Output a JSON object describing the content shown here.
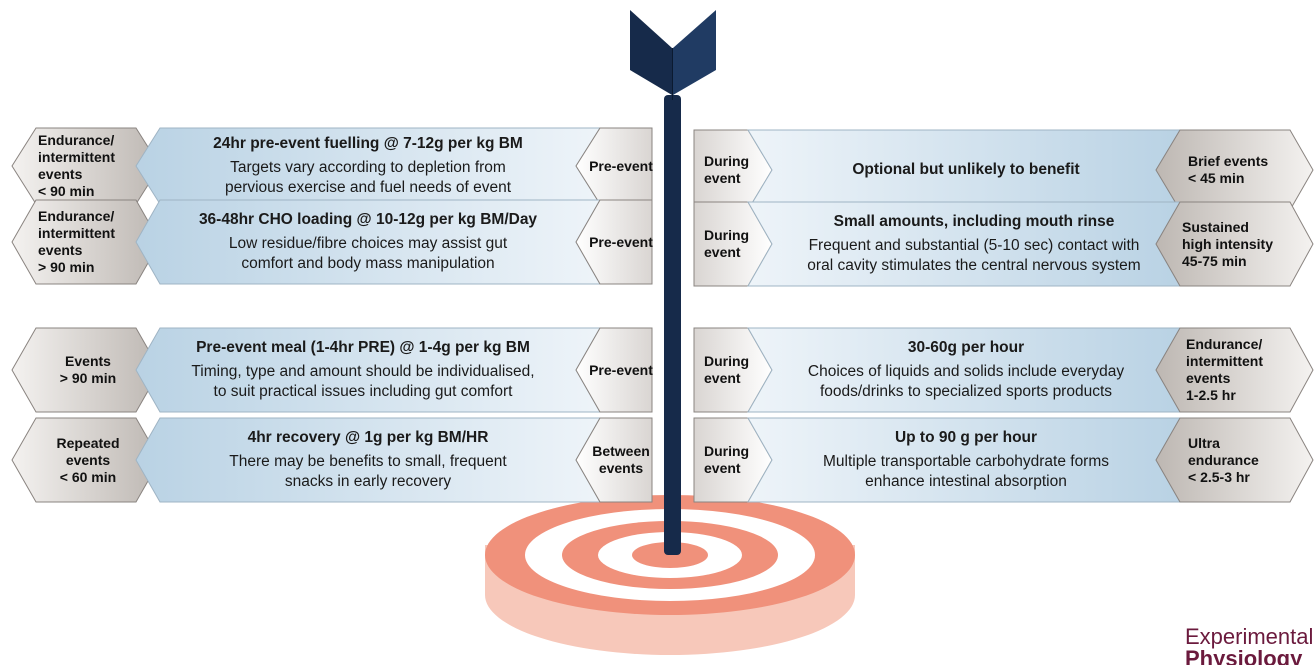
{
  "left_rows": [
    {
      "category": [
        "Endurance/",
        "intermittent",
        "events",
        "< 90 min"
      ],
      "title": "24hr pre-event fuelling @ 7-12g per kg BM",
      "desc": [
        "Targets vary according to depletion from",
        "pervious exercise and fuel needs of event"
      ],
      "phase": [
        "Pre-event"
      ]
    },
    {
      "category": [
        "Endurance/",
        "intermittent",
        "events",
        "> 90 min"
      ],
      "title": "36-48hr CHO loading @ 10-12g per kg BM/Day",
      "desc": [
        "Low residue/fibre choices may assist gut",
        "comfort and body mass manipulation"
      ],
      "phase": [
        "Pre-event"
      ]
    },
    {
      "category": [
        "Events",
        "> 90 min"
      ],
      "title": "Pre-event meal (1-4hr PRE) @ 1-4g per kg BM",
      "desc": [
        "Timing, type and amount should be individualised,",
        "to suit practical issues including gut comfort"
      ],
      "phase": [
        "Pre-event"
      ]
    },
    {
      "category": [
        "Repeated",
        "events",
        "< 60 min"
      ],
      "title": "4hr recovery @ 1g per kg BM/HR",
      "desc": [
        "There may be benefits to small, frequent",
        "snacks in early recovery"
      ],
      "phase": [
        "Between",
        "events"
      ]
    }
  ],
  "right_rows": [
    {
      "phase": [
        "During",
        "event"
      ],
      "title": "Optional but unlikely to benefit",
      "desc": [],
      "category": [
        "Brief events",
        "< 45 min"
      ]
    },
    {
      "phase": [
        "During",
        "event"
      ],
      "title": "Small amounts, including mouth rinse",
      "desc": [
        "Frequent and substantial (5-10 sec) contact with",
        "oral cavity stimulates the central nervous system"
      ],
      "category": [
        "Sustained",
        "high intensity",
        "45-75 min"
      ]
    },
    {
      "phase": [
        "During",
        "event"
      ],
      "title": "30-60g per hour",
      "desc": [
        "Choices of liquids and solids include everyday",
        "foods/drinks to specialized sports products"
      ],
      "category": [
        "Endurance/",
        "intermittent",
        "events",
        "1-2.5 hr"
      ]
    },
    {
      "phase": [
        "During",
        "event"
      ],
      "title": "Up to 90 g per hour",
      "desc": [
        "Multiple transportable carbohydrate forms",
        "enhance intestinal absorption"
      ],
      "category": [
        "Ultra",
        "endurance",
        "< 2.5-3 hr"
      ]
    }
  ],
  "logo": {
    "line1": "Experimental",
    "line2": "Physiology"
  },
  "colors": {
    "arrow": "#162a4a",
    "target_red": "#f08f7a",
    "target_base": "#f7c3b4",
    "band": "#c8dcea",
    "hex_grey": "#c8c4c0"
  }
}
